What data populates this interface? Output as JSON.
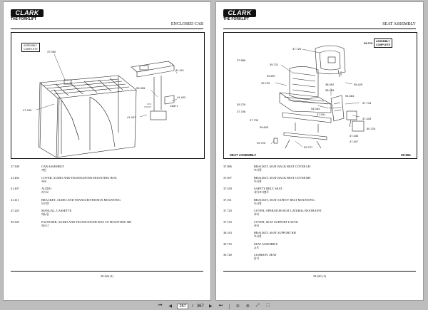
{
  "left_page": {
    "logo": {
      "main": "CLARK",
      "sub": "THE FORKLIFT"
    },
    "header_title": "ENCLOSED CAB",
    "box_label": [
      "ASSEMBLY",
      "COMPLETE"
    ],
    "callouts": [
      "37.060",
      "47.245",
      "41.411",
      "95.305",
      "41.402",
      "41.407",
      "CAB 1"
    ],
    "parts": [
      {
        "num": "37.308",
        "desc": "CAB ASSEMBLY",
        "kr": "캐빈"
      },
      {
        "num": "41.402",
        "desc": "COVER, AUDIO AND TRANSCEIVER MOUNTING BOX",
        "kr": "커버"
      },
      {
        "num": "41.407",
        "desc": "AUDIO",
        "kr": "라디오"
      },
      {
        "num": "41.411",
        "desc": "BRACKET, AUDIO AND TRANSCEIVER BOX MOUNTING",
        "kr": "브라켓"
      },
      {
        "num": "47.245",
        "desc": "MANUAL, CASSETTE",
        "kr": "매뉴얼"
      },
      {
        "num": "95.305",
        "desc": "FASTENER, AUDIO AND TRANSCEIVER BOX TO MOUNTING BR",
        "kr": "패스너"
      }
    ],
    "footer": "39-626 (1)"
  },
  "right_page": {
    "logo": {
      "main": "CLARK",
      "sub": "THE FORKLIFT"
    },
    "header_title": "SEAT ASSEMBLY",
    "box_label": [
      "ASSEMBLY",
      "COMPLETE"
    ],
    "box_num": "39.719",
    "callouts": [
      "37.720",
      "39.721",
      "39.720",
      "39.720",
      "37.706",
      "37.732",
      "39.603",
      "37.886",
      "39.897",
      "38.952",
      "38.163",
      "94.664",
      "94.064",
      "37.531",
      "37.743",
      "37.439",
      "37.406",
      "37.407",
      "39.727",
      "39.720",
      "50.720",
      "95.429"
    ],
    "caption_left": "SEAT ASSEMBLY",
    "caption_right": "39-661",
    "parts": [
      {
        "num": "37.886",
        "desc": "BRACKET, SEAT BACK REST COVER LH",
        "kr": "브라켓"
      },
      {
        "num": "37.697",
        "desc": "BRACKET, SEAT BACK REST COVER RH",
        "kr": "브라켓"
      },
      {
        "num": "37.439",
        "desc": "SAFETY BELT, SEAT",
        "kr": "세이프티벨트"
      },
      {
        "num": "37.531",
        "desc": "BRACKET, SEAT SAFETY BELT MOUNTING",
        "kr": "브라켓"
      },
      {
        "num": "37.720",
        "desc": "COVER, OPERATOR SEAT LATERAL RESTRAINT",
        "kr": "커버"
      },
      {
        "num": "37.743",
        "desc": "COVER, SEAT SUPPORT LATCH",
        "kr": "커버"
      },
      {
        "num": "38.163",
        "desc": "BRACKET, SEAT SUPPORT RH",
        "kr": "브라켓"
      },
      {
        "num": "39.719",
        "desc": "SEAT ASSEMBLY",
        "kr": "시트"
      },
      {
        "num": "39.720",
        "desc": "CUSHION, SEAT",
        "kr": "방석"
      }
    ],
    "footer": "39-661 (1)"
  },
  "toolbar": {
    "current_page": "257",
    "separator": "/",
    "total_pages": "367",
    "icons": [
      "first-page-icon",
      "previous-page-icon",
      "next-page-icon",
      "last-page-icon",
      "zoom-out-icon",
      "zoom-in-icon",
      "fit-page-icon",
      "fullscreen-icon"
    ]
  }
}
